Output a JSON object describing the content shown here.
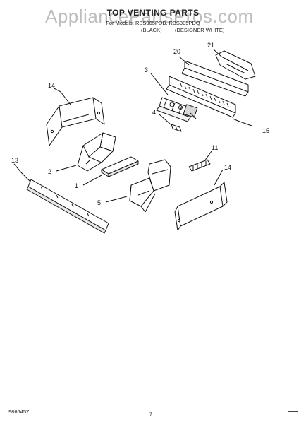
{
  "watermark": "AppliancePartsPros.com",
  "title": "TOP VENTING PARTS",
  "models_line": "For Models: RBS305PDB, RBS305PDQ",
  "variants": {
    "black": "(BLACK)",
    "white": "(DESIGNER WHITE)"
  },
  "callouts": {
    "c21": "21",
    "c20": "20",
    "c3": "3",
    "c14a": "14",
    "c4": "4",
    "c15": "15",
    "c11": "11",
    "c13": "13",
    "c2": "2",
    "c1": "1",
    "c5": "5",
    "c14b": "14"
  },
  "footer": {
    "part_number": "9865457",
    "page": "7"
  }
}
